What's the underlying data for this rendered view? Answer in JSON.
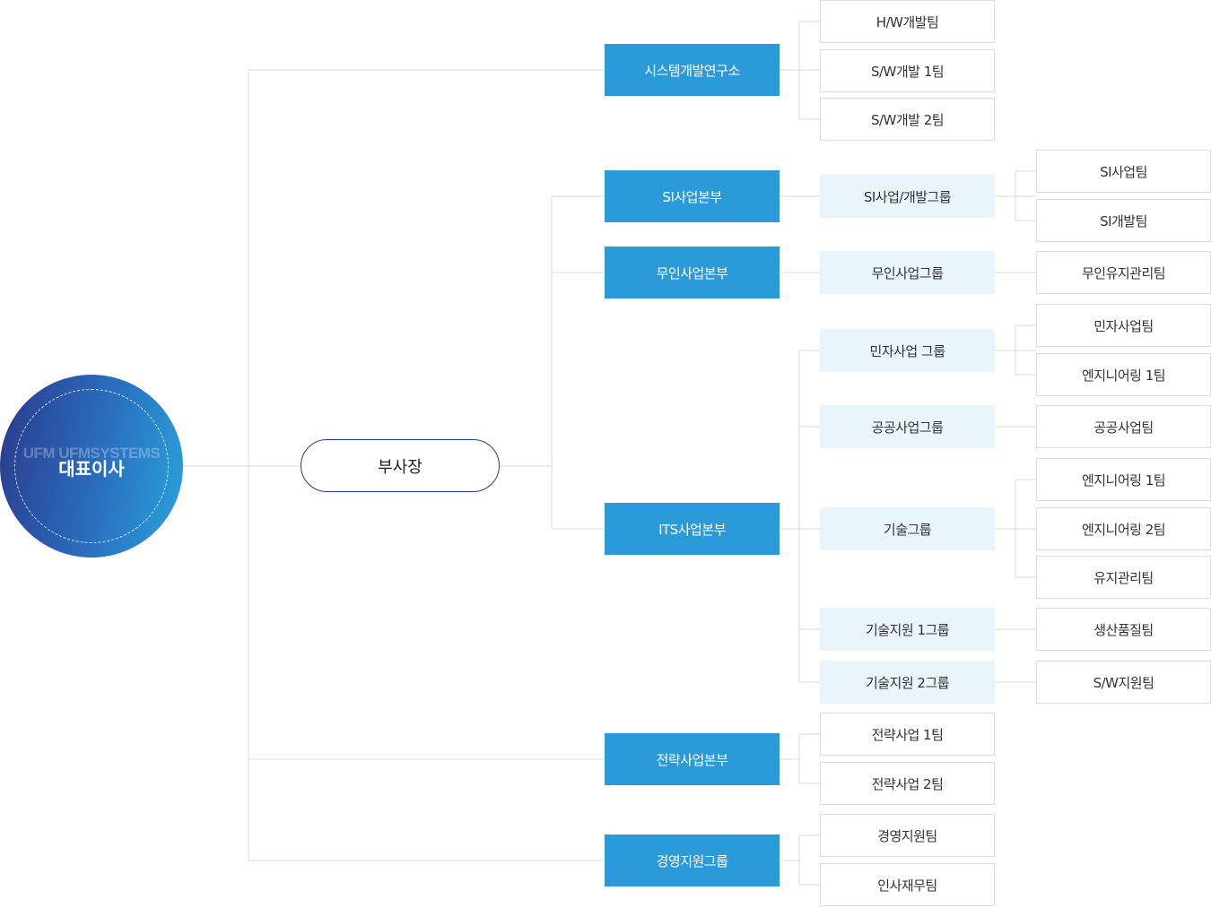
{
  "ceo": {
    "logo_text": "UFM UFMSYSTEMS",
    "label": "대표이사"
  },
  "vice_president": {
    "label": "부사장"
  },
  "colors": {
    "division": "#2a9ad8",
    "group": "#eaf4fb",
    "team_border": "#dcdcdc",
    "line": "#d9d9d9",
    "ceo_gradient_start": "#2b3a8c",
    "ceo_gradient_end": "#2aa3dc"
  },
  "divisions": [
    {
      "name": "시스템개발연구소",
      "teams": [
        "H/W개발팀",
        "S/W개발 1팀",
        "S/W개발 2팀"
      ]
    },
    {
      "name": "SI사업본부",
      "groups": [
        {
          "name": "SI사업/개발그룹",
          "teams": [
            "SI사업팀",
            "SI개발팀"
          ]
        }
      ]
    },
    {
      "name": "무인사업본부",
      "groups": [
        {
          "name": "무인사업그룹",
          "teams": [
            "무인유지관리팀"
          ]
        }
      ]
    },
    {
      "name": "ITS사업본부",
      "groups": [
        {
          "name": "민자사업 그룹",
          "teams": [
            "민자사업팀",
            "엔지니어링 1팀"
          ]
        },
        {
          "name": "공공사업그룹",
          "teams": [
            "공공사업팀"
          ]
        },
        {
          "name": "기술그룹",
          "teams": [
            "엔지니어링 1팀",
            "엔지니어링 2팀",
            "유지관리팀"
          ]
        },
        {
          "name": "기술지원 1그룹",
          "teams": [
            "생산품질팀"
          ]
        },
        {
          "name": "기술지원 2그룹",
          "teams": [
            "S/W지원팀"
          ]
        }
      ]
    },
    {
      "name": "전략사업본부",
      "teams": [
        "전략사업 1팀",
        "전략사업 2팀"
      ]
    },
    {
      "name": "경영지원그룹",
      "teams": [
        "경영지원팀",
        "인사재무팀"
      ]
    }
  ]
}
